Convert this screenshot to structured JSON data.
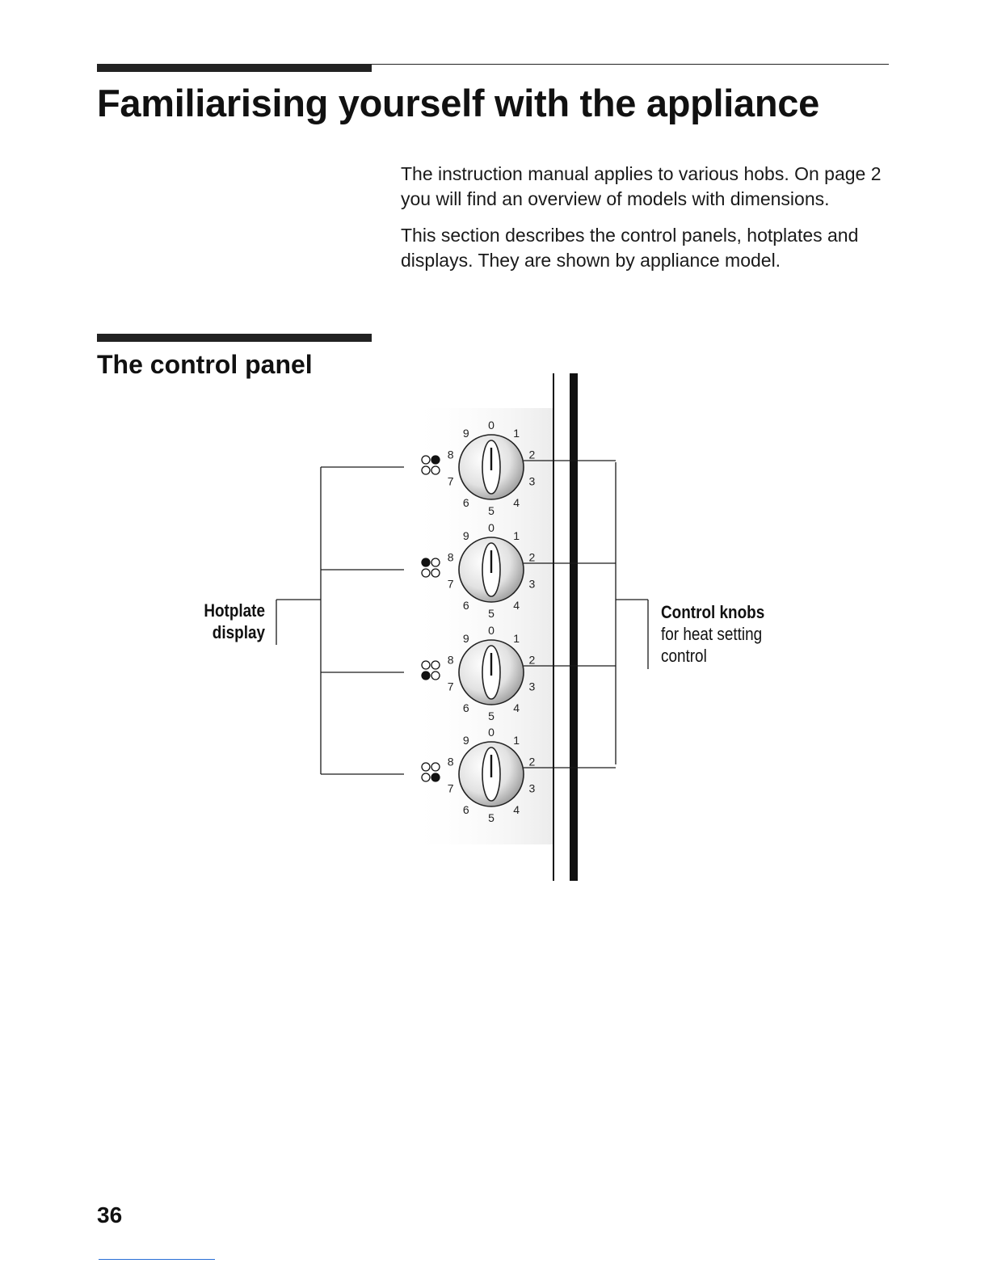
{
  "page": {
    "title": "Familiarising yourself with the appliance",
    "intro": [
      "The instruction manual applies to various hobs. On page 2 you will find an overview of models with dimensions.",
      "This section describes the control panels, hotplates and displays. They are shown by appliance model."
    ],
    "section_title": "The control panel",
    "page_number": "36"
  },
  "labels": {
    "hotplate_line1": "Hotplate",
    "hotplate_line2": "display",
    "knobs_title": "Control knobs",
    "knobs_line1": "for heat setting",
    "knobs_line2": "control"
  },
  "knob_scale": [
    "0",
    "1",
    "2",
    "3",
    "4",
    "5",
    "6",
    "7",
    "8",
    "9"
  ],
  "hotplate_indicators": [
    {
      "active": "top-right"
    },
    {
      "active": "top-left"
    },
    {
      "active": "bottom-left"
    },
    {
      "active": "bottom-right"
    }
  ]
}
